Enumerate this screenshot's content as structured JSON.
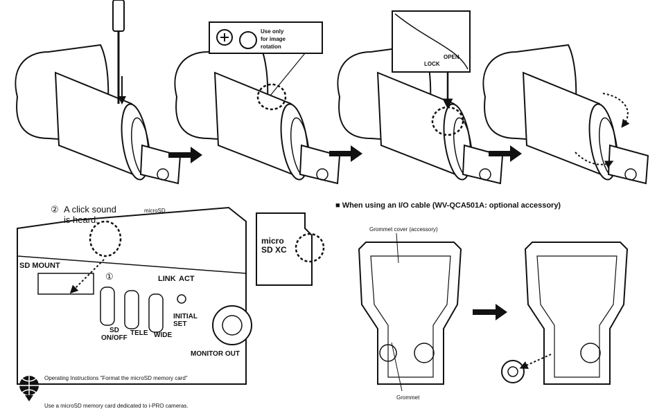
{
  "top_row": {
    "panel2_callout": "Use only\nfor image\nrotation",
    "panel3_lock": "LOCK",
    "panel3_open": "OPEN"
  },
  "bottom_left": {
    "step_number": "②",
    "click_sound": "A click sound\nis heard.",
    "microsd_label": "microSD",
    "sd_mount": "SD MOUNT",
    "link": "LINK",
    "act": "ACT",
    "circled_one": "①",
    "sd_onoff": "SD\nON/OFF",
    "tele": "TELE",
    "wide": "WIDE",
    "initial_set": "INITIAL\nSET",
    "monitor_out": "MONITOR OUT",
    "card_logo": "micro SD XC"
  },
  "notes": {
    "operating_instructions": "Operating Instructions   \"Format the microSD memory card\"",
    "use_card": "Use a microSD memory card dedicated to i-PRO cameras."
  },
  "io_section": {
    "heading": "■ When using an I/O cable (WV-QCA501A: optional accessory)",
    "grommet_cover": "Grommet cover (accessory)",
    "grommet": "Grommet"
  }
}
